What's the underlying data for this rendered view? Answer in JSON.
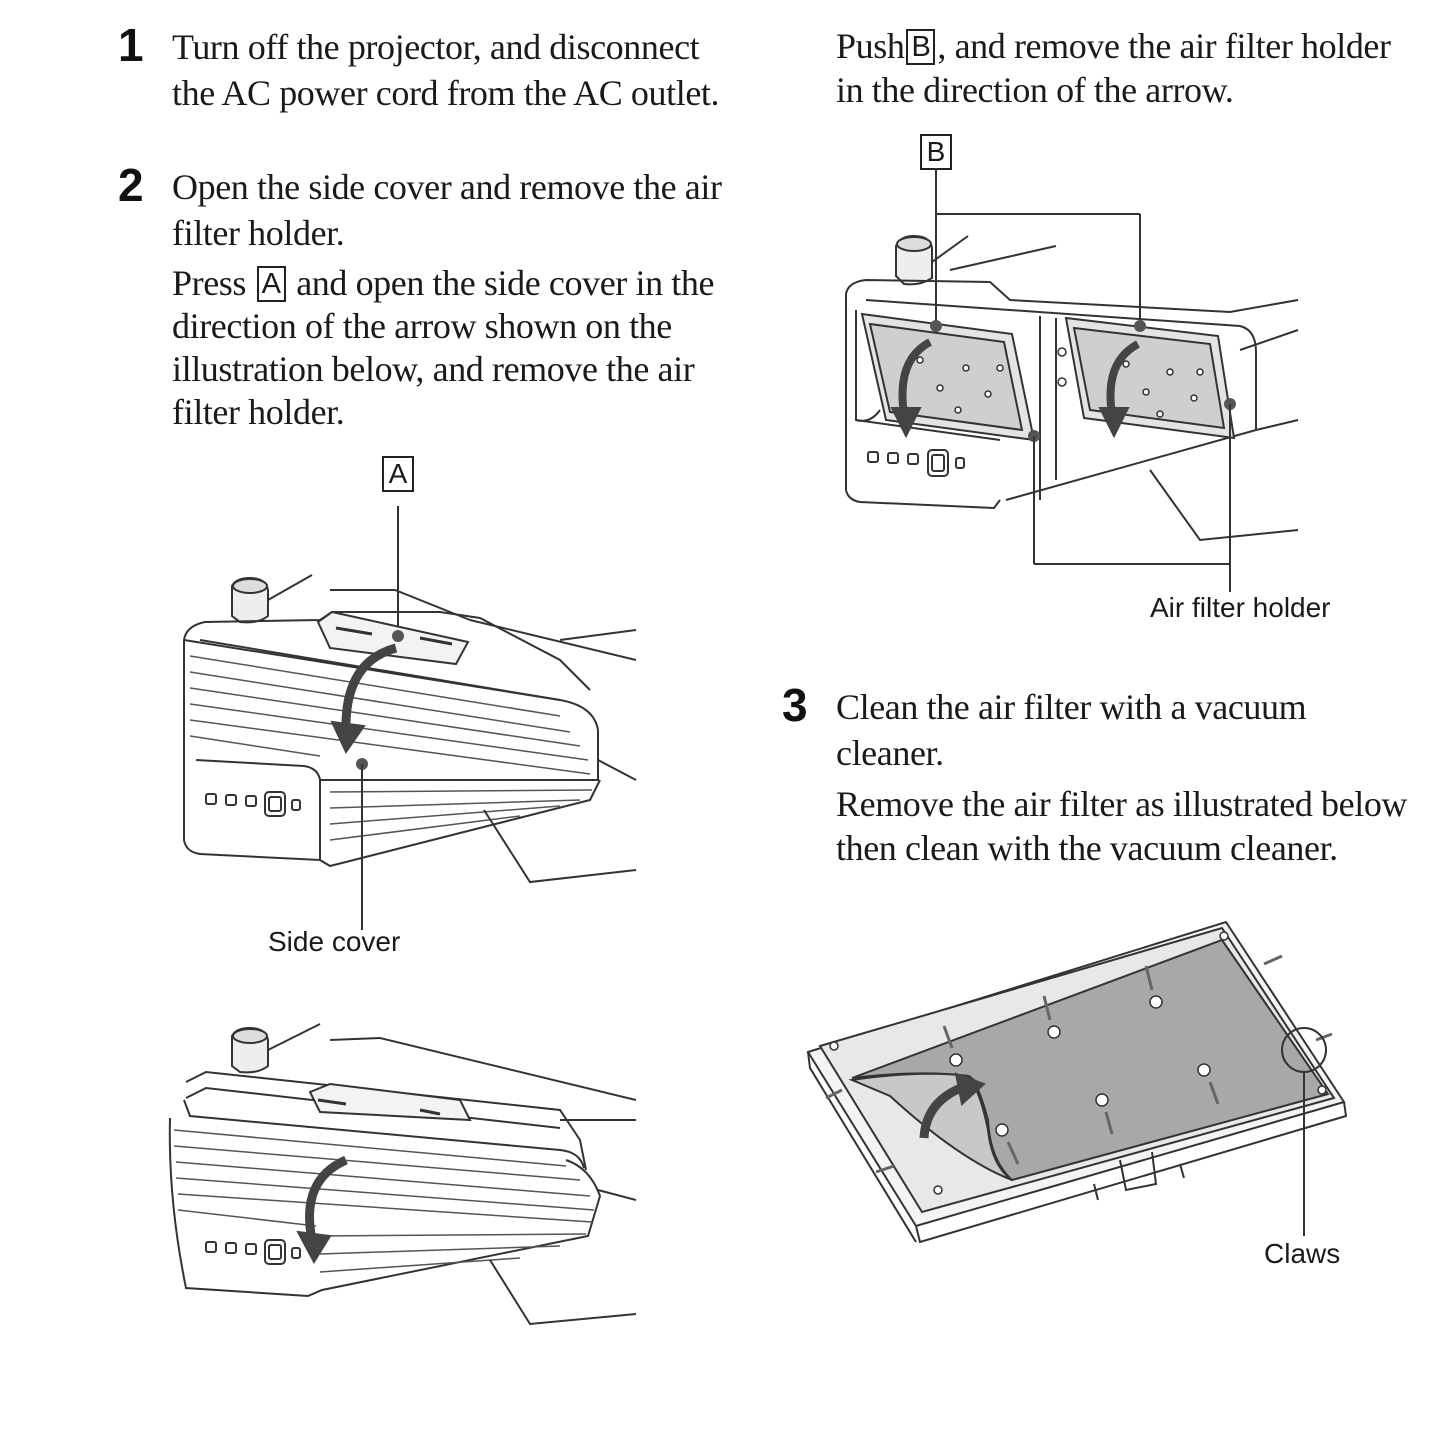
{
  "step1": {
    "number": "1",
    "line1": "Turn off the projector, and disconnect",
    "line2": "the AC power cord from the AC outlet."
  },
  "step2": {
    "number": "2",
    "title_line1": "Open the side cover and remove the air",
    "title_line2": "filter holder.",
    "press_word": "Press",
    "key": "A",
    "instr_rest": "and open the side cover in the",
    "instr_line2": "direction of the arrow shown on the",
    "instr_line3": "illustration below, and remove the air",
    "instr_line4": "filter holder.",
    "callout_key": "A",
    "callout_side_cover": "Side cover"
  },
  "step2_cont": {
    "push_word": "Push",
    "key": "B",
    "line1_rest": ", and remove the air filter holder",
    "line2": "in the direction of the arrow.",
    "callout_key": "B",
    "callout_air_filter_holder": "Air filter holder"
  },
  "step3": {
    "number": "3",
    "title_line1": "Clean the air filter with a vacuum",
    "title_line2": "cleaner.",
    "instr_line1": "Remove the air filter as illustrated below",
    "instr_line2": "then clean with the vacuum cleaner.",
    "callout_claws": "Claws"
  }
}
